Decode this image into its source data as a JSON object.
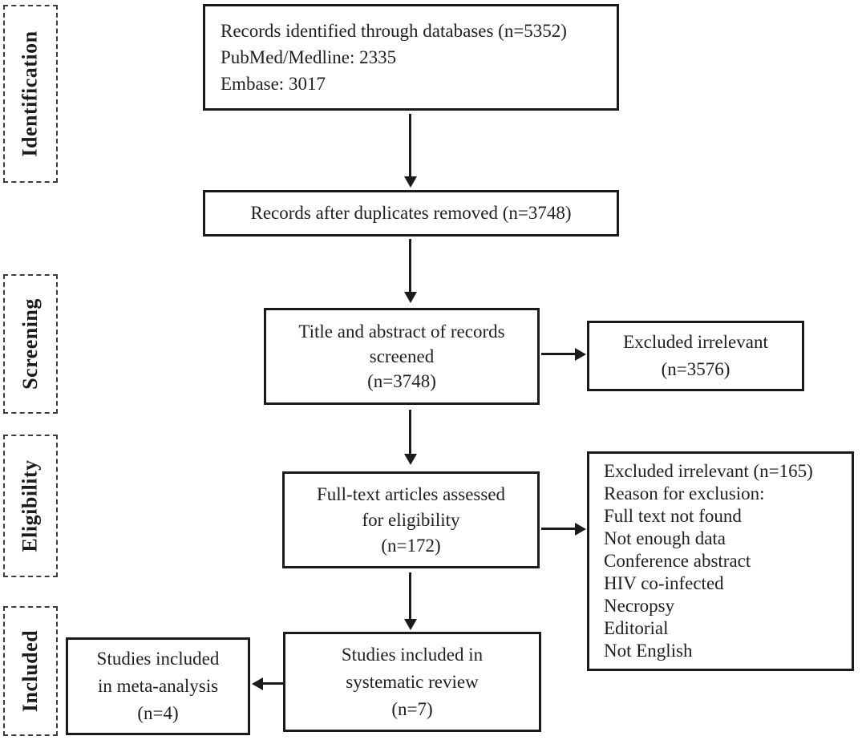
{
  "stages": {
    "identification": "Identification",
    "screening": "Screening",
    "eligibility": "Eligibility",
    "included": "Included"
  },
  "boxes": {
    "identified": {
      "lines": [
        "Records identified through databases (n=5352)",
        "PubMed/Medline: 2335",
        "Embase: 3017"
      ]
    },
    "duplicates_removed": {
      "lines": [
        "Records after duplicates removed (n=3748)"
      ]
    },
    "screened": {
      "lines": [
        "Title and abstract of records",
        "screened",
        "(n=3748)"
      ]
    },
    "excluded_screening": {
      "lines": [
        "Excluded irrelevant",
        "(n=3576)"
      ]
    },
    "fulltext_assessed": {
      "lines": [
        "Full-text articles assessed",
        "for eligibility",
        "(n=172)"
      ]
    },
    "excluded_eligibility": {
      "lines": [
        "Excluded irrelevant (n=165)",
        "Reason for exclusion:",
        "Full text not found",
        "Not enough data",
        "Conference abstract",
        "HIV co-infected",
        "Necropsy",
        "Editorial",
        "Not English"
      ]
    },
    "systematic_review": {
      "lines": [
        "Studies included in",
        "systematic review",
        "(n=7)"
      ]
    },
    "meta_analysis": {
      "lines": [
        "Studies included",
        "in meta-analysis",
        "(n=4)"
      ]
    }
  },
  "colors": {
    "line": "#1b1b1b",
    "text": "#1f1f1f",
    "background": "#ffffff"
  }
}
